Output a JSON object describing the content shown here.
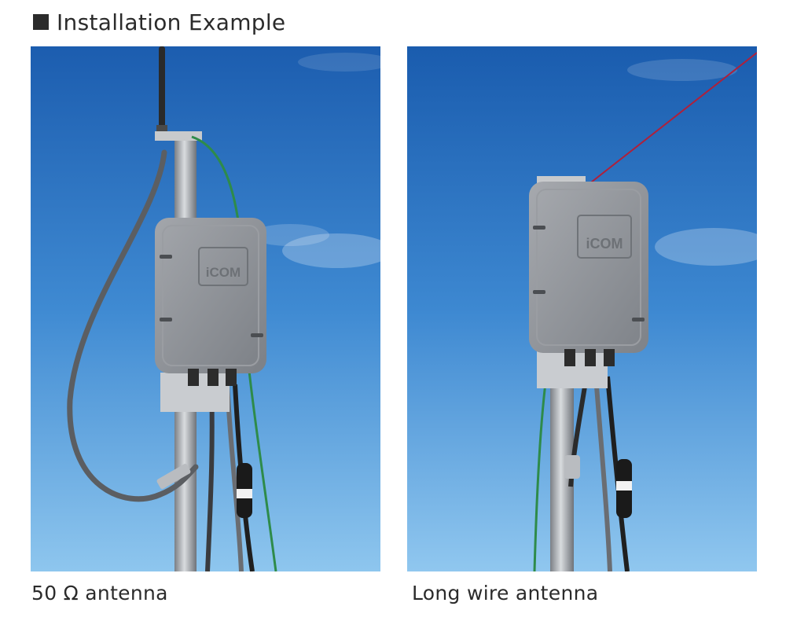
{
  "header": {
    "title": "Installation Example",
    "marker_icon": "black-square-icon"
  },
  "panels": [
    {
      "caption": "50 Ω antenna",
      "brand": "iCOM",
      "image": "antenna-tuner-on-mast-with-50-ohm-antenna"
    },
    {
      "caption": "Long wire antenna",
      "brand": "iCOM",
      "image": "antenna-tuner-on-mast-with-long-wire"
    }
  ],
  "colors": {
    "sky_top": "#1a5fb0",
    "sky_bottom": "#8fc6ef",
    "enclosure": "#8e9196",
    "ground_wire": "#2e8b4a",
    "long_wire": "#b0203a"
  }
}
